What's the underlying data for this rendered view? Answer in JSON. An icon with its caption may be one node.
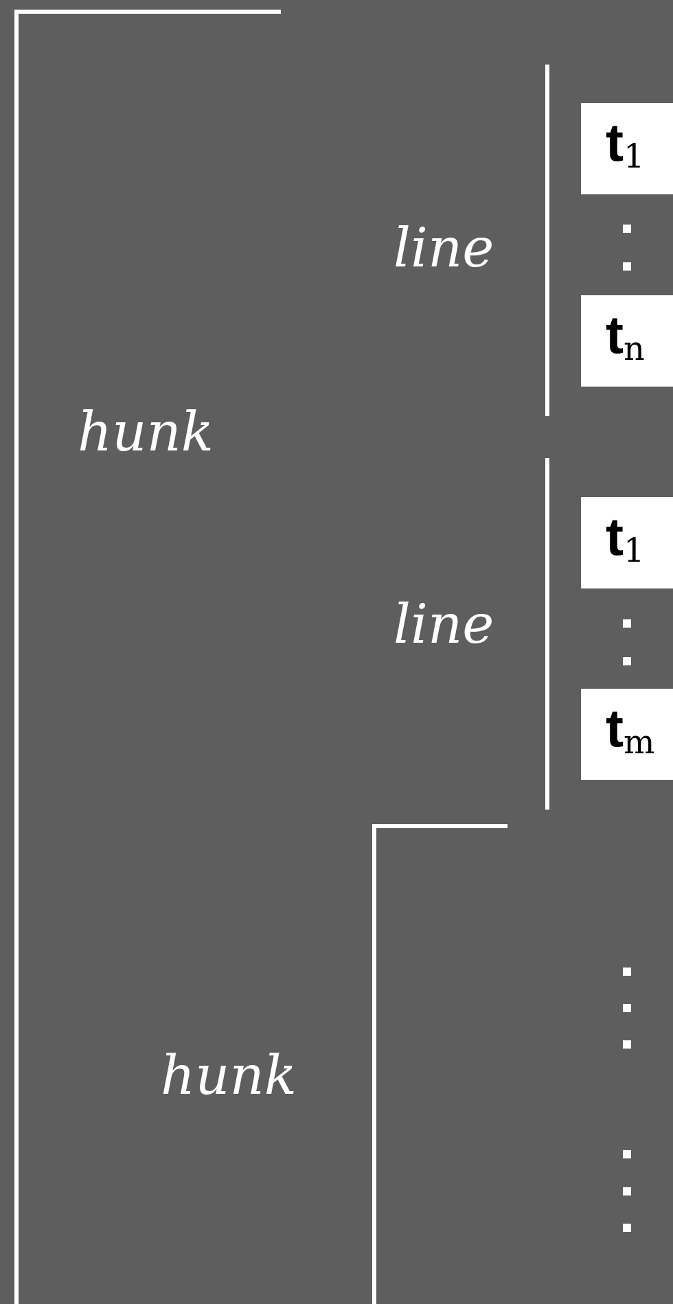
{
  "diagram": {
    "nodes": [
      {
        "text": [
          "t$_{1}$"
        ]
      },
      {
        "text": [
          "t$_{n}$"
        ]
      },
      {
        "text": [
          "t$_{1}$"
        ]
      },
      {
        "text": [
          "t$_{m}$"
        ]
      }
    ],
    "labels": [
      "hunk",
      "line",
      "line",
      "hunk"
    ]
  }
}
